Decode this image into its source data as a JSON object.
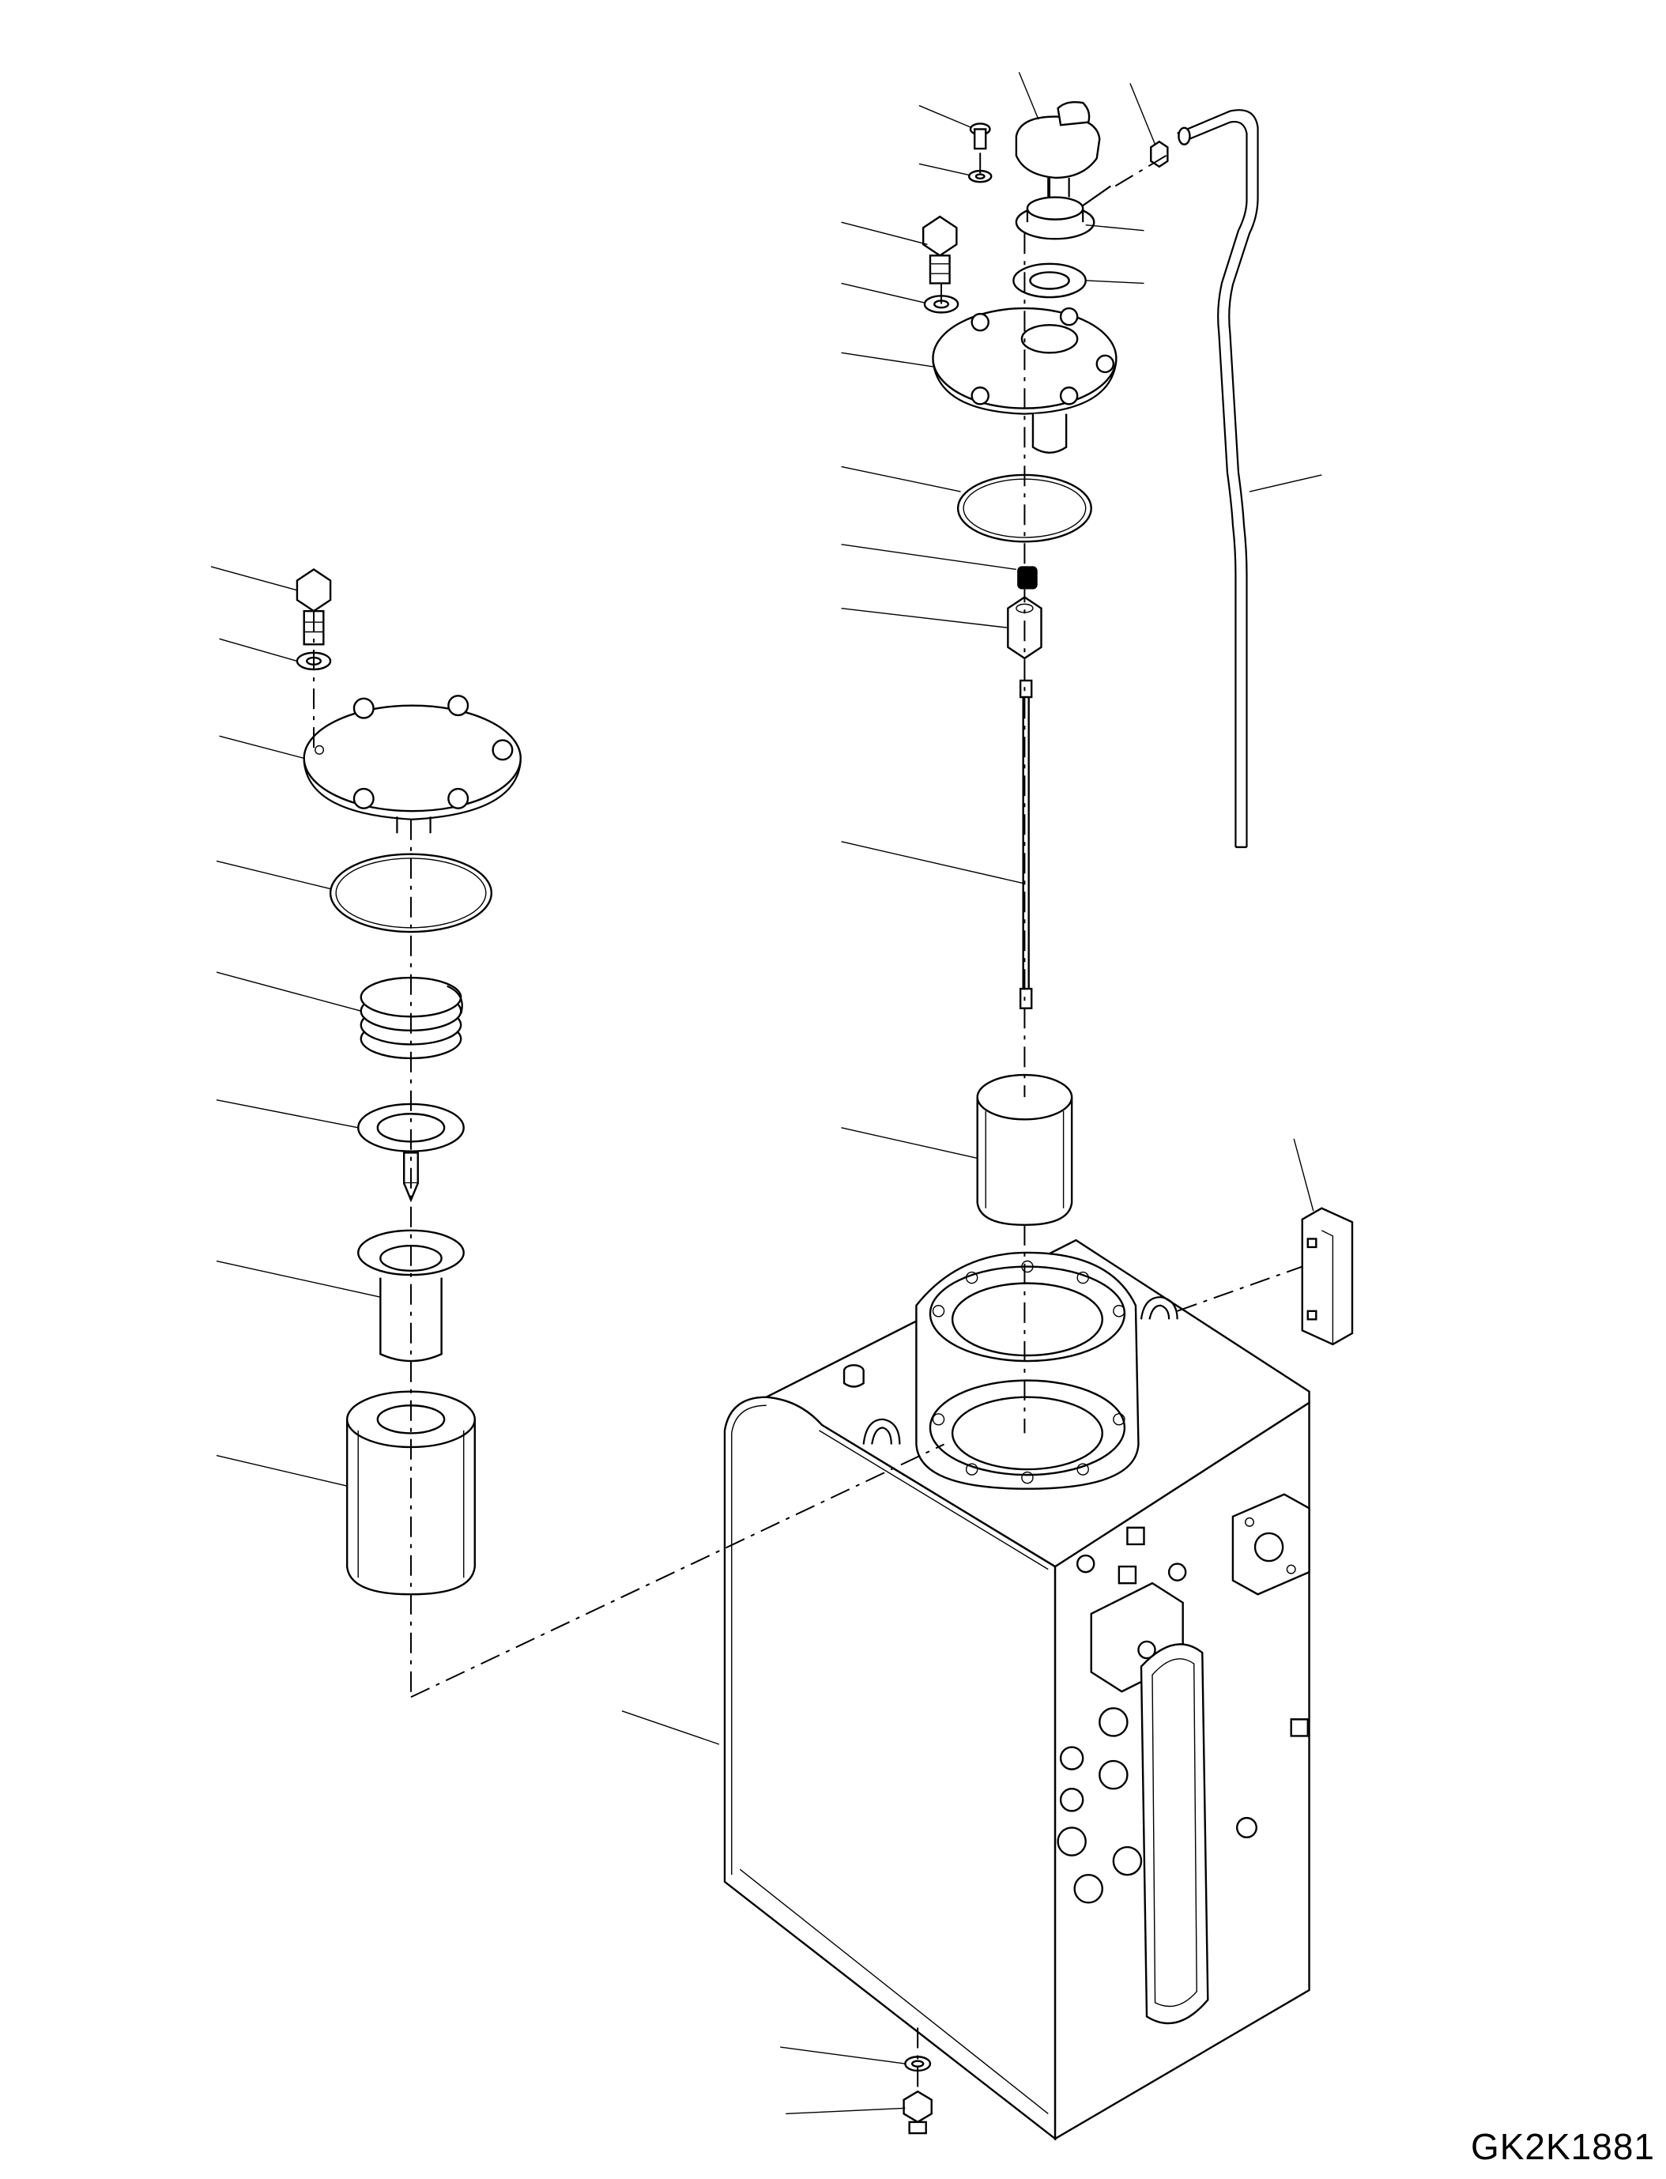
{
  "drawing": {
    "id": "GK2K1881"
  },
  "parts": [
    {
      "name": "filter-cover-bolt"
    },
    {
      "name": "filter-cover-washer"
    },
    {
      "name": "filter-cover-plate"
    },
    {
      "name": "filter-cover-o-ring"
    },
    {
      "name": "spring"
    },
    {
      "name": "valve-plate"
    },
    {
      "name": "filter-case"
    },
    {
      "name": "return-filter-element"
    },
    {
      "name": "cap-screw"
    },
    {
      "name": "cap-washer"
    },
    {
      "name": "breather-cap"
    },
    {
      "name": "elbow-fitting"
    },
    {
      "name": "filler-flange"
    },
    {
      "name": "filler-gasket"
    },
    {
      "name": "strainer-bolt"
    },
    {
      "name": "strainer-washer"
    },
    {
      "name": "strainer-cover-plate"
    },
    {
      "name": "strainer-o-ring"
    },
    {
      "name": "spring-small"
    },
    {
      "name": "nut-coupler"
    },
    {
      "name": "strainer-rod"
    },
    {
      "name": "suction-strainer"
    },
    {
      "name": "breather-hose"
    },
    {
      "name": "bracket-block"
    },
    {
      "name": "tank-body"
    },
    {
      "name": "drain-washer"
    },
    {
      "name": "drain-plug"
    }
  ]
}
